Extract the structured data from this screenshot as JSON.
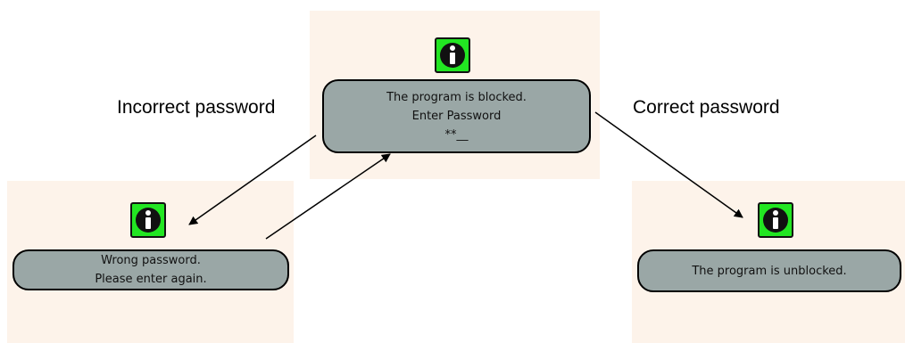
{
  "colors": {
    "panel_background": "#fdf3ea",
    "message_box_fill": "#9aa7a6",
    "message_box_border": "#000000",
    "icon_fill": "#22e622",
    "arrow": "#000000"
  },
  "icons": {
    "info": "info-icon"
  },
  "screens": {
    "blocked": {
      "icon": "info-icon",
      "lines": [
        "The program is blocked.",
        "Enter Password",
        "**__"
      ]
    },
    "wrong": {
      "icon": "info-icon",
      "lines": [
        "Wrong password.",
        "Please enter again."
      ]
    },
    "unblocked": {
      "icon": "info-icon",
      "lines": [
        "The program is unblocked."
      ]
    }
  },
  "transitions": {
    "incorrect": {
      "label": "Incorrect password",
      "from": "blocked",
      "to": "wrong"
    },
    "retry": {
      "label": "",
      "from": "wrong",
      "to": "blocked"
    },
    "correct": {
      "label": "Correct password",
      "from": "blocked",
      "to": "unblocked"
    }
  }
}
